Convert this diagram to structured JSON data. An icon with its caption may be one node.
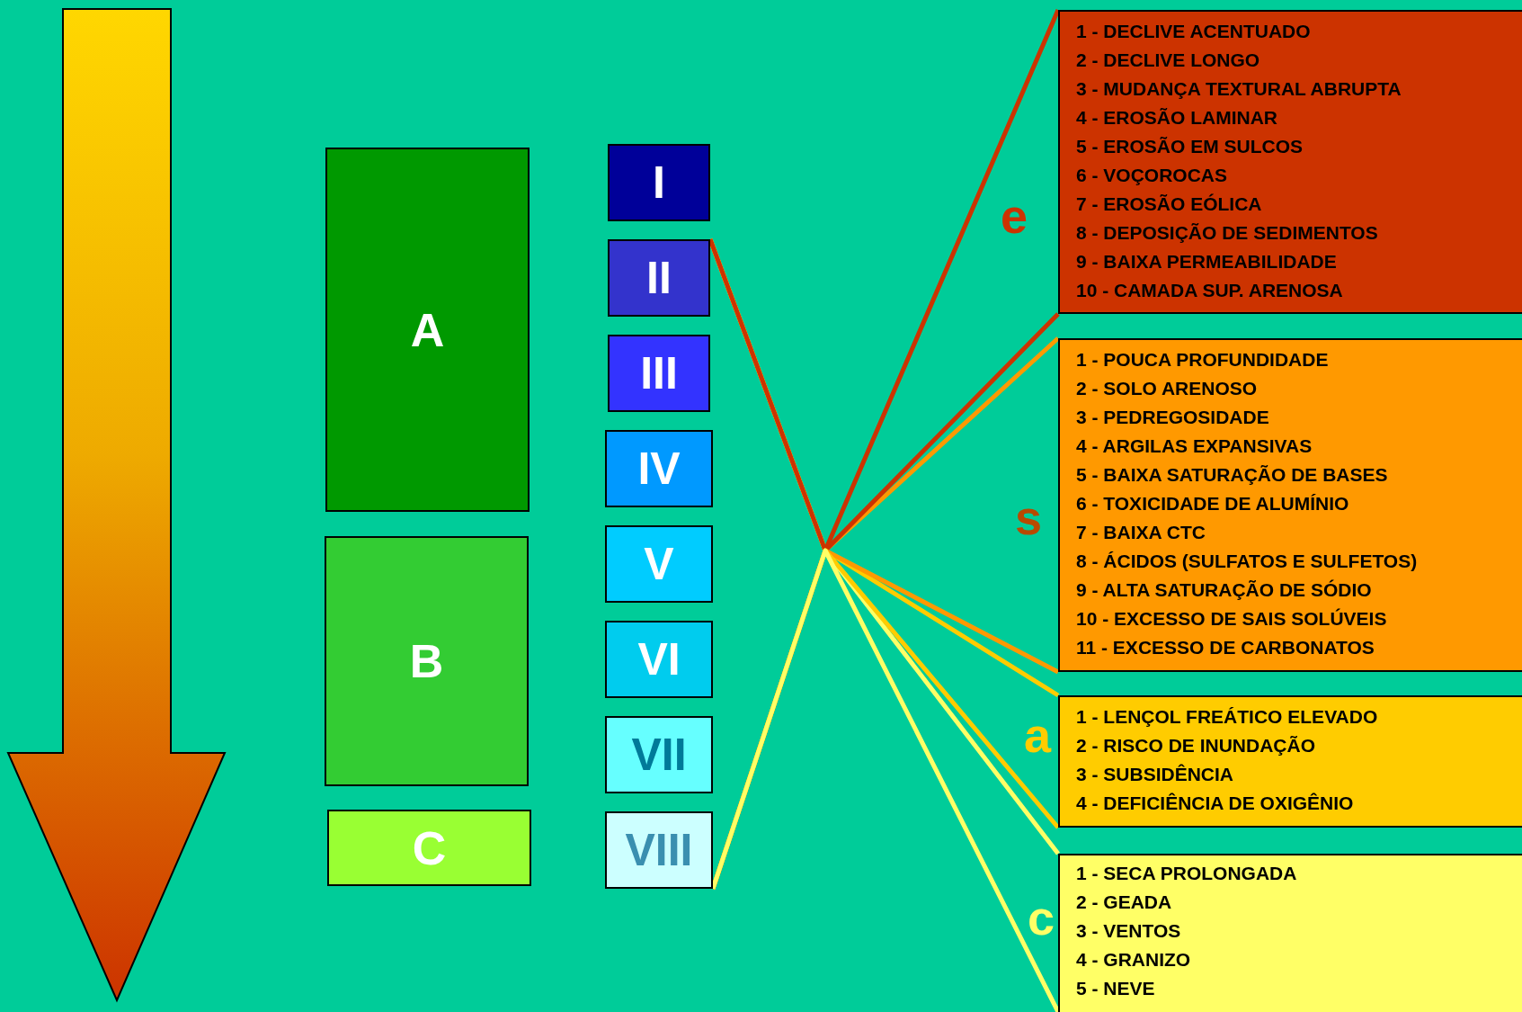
{
  "diagram": {
    "nodes": [
      {
        "text": [
          "A"
        ]
      },
      {
        "text": [
          "B"
        ]
      },
      {
        "text": [
          "C"
        ]
      },
      {
        "text": [
          "I"
        ]
      },
      {
        "text": [
          "II"
        ]
      },
      {
        "text": [
          "III"
        ]
      },
      {
        "text": [
          "IV"
        ]
      },
      {
        "text": [
          "V"
        ]
      },
      {
        "text": [
          "VI"
        ]
      },
      {
        "text": [
          "VII"
        ]
      },
      {
        "text": [
          "VIII"
        ]
      },
      {
        "text": [
          "e",
          "1 - DECLIVE ACENTUADO",
          "2 - DECLIVE LONGO",
          "3 - MUDANÇA TEXTURAL ABRUPTA",
          "4 - EROSÃO LAMINAR",
          "5 - EROSÃO EM SULCOS",
          "6 - VOÇOROCAS",
          "7 - EROSÃO EÓLICA",
          "8 - DEPOSIÇÃO DE SEDIMENTOS",
          "9 - BAIXA PERMEABILIDADE",
          "10 - CAMADA SUP. ARENOSA"
        ]
      },
      {
        "text": [
          "s",
          "1 - POUCA PROFUNDIDADE",
          "2 - SOLO ARENOSO",
          "3 - PEDREGOSIDADE",
          "4 - ARGILAS EXPANSIVAS",
          "5 - BAIXA SATURAÇÃO DE BASES",
          "6 - TOXICIDADE DE ALUMÍNIO",
          "7 - BAIXA CTC",
          "8 - ÁCIDOS (SULFATOS E SULFETOS)",
          "9 - ALTA SATURAÇÃO DE SÓDIO",
          "10 - EXCESSO DE SAIS SOLÚVEIS",
          "11 - EXCESSO DE CARBONATOS"
        ]
      },
      {
        "text": [
          "a",
          "1 - LENÇOL FREÁTICO ELEVADO",
          "2 - RISCO DE INUNDAÇÃO",
          "3 - SUBSIDÊNCIA",
          "4 - DEFICIÊNCIA DE OXIGÊNIO"
        ]
      },
      {
        "text": [
          "c",
          "1 - SECA PROLONGADA",
          "2 - GEADA",
          "3 - VENTOS",
          "4 - GRANIZO",
          "5 - NEVE"
        ]
      }
    ],
    "edges": [
      {
        "from": 4,
        "to": 14,
        "arrow": "none",
        "color": "#ffff66"
      },
      {
        "from": 4,
        "to": 13,
        "arrow": "none",
        "color": "#ffcc00"
      },
      {
        "from": 4,
        "to": 12,
        "arrow": "none",
        "color": "#ff9900"
      },
      {
        "from": 4,
        "to": 11,
        "arrow": "none",
        "color": "#cc3300"
      },
      {
        "from": 10,
        "to": 11,
        "arrow": "none",
        "color": "#cc3300"
      },
      {
        "from": 10,
        "to": 12,
        "arrow": "none",
        "color": "#ff9900"
      },
      {
        "from": 10,
        "to": 13,
        "arrow": "none",
        "color": "#ffcc00"
      },
      {
        "from": 10,
        "to": 14,
        "arrow": "none",
        "color": "#ffff66"
      }
    ]
  }
}
